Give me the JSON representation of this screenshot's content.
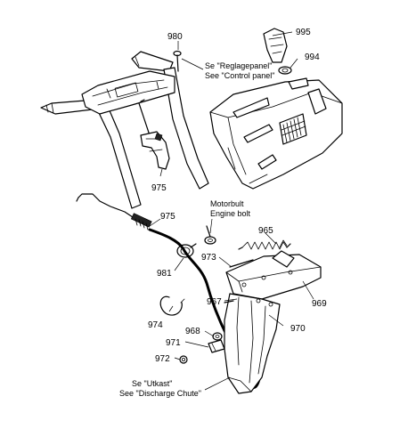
{
  "parts": [
    {
      "id": "p980",
      "number": "980"
    },
    {
      "id": "p995",
      "number": "995"
    },
    {
      "id": "p994",
      "number": "994"
    },
    {
      "id": "p975a",
      "number": "975"
    },
    {
      "id": "p975b",
      "number": "975"
    },
    {
      "id": "p965",
      "number": "965"
    },
    {
      "id": "p973",
      "number": "973"
    },
    {
      "id": "p981",
      "number": "981"
    },
    {
      "id": "p967",
      "number": "967"
    },
    {
      "id": "p969",
      "number": "969"
    },
    {
      "id": "p974",
      "number": "974"
    },
    {
      "id": "p968",
      "number": "968"
    },
    {
      "id": "p970",
      "number": "970"
    },
    {
      "id": "p971",
      "number": "971"
    },
    {
      "id": "p972",
      "number": "972"
    }
  ],
  "notes": {
    "control_panel_sv": "Se \"Reglagepanel\"",
    "control_panel_en": "See \"Control panel\"",
    "engine_bolt_sv": "Motorbult",
    "engine_bolt_en": "Engine bolt",
    "chute_sv": "Se \"Utkast\"",
    "chute_en": "See \"Discharge Chute\""
  }
}
